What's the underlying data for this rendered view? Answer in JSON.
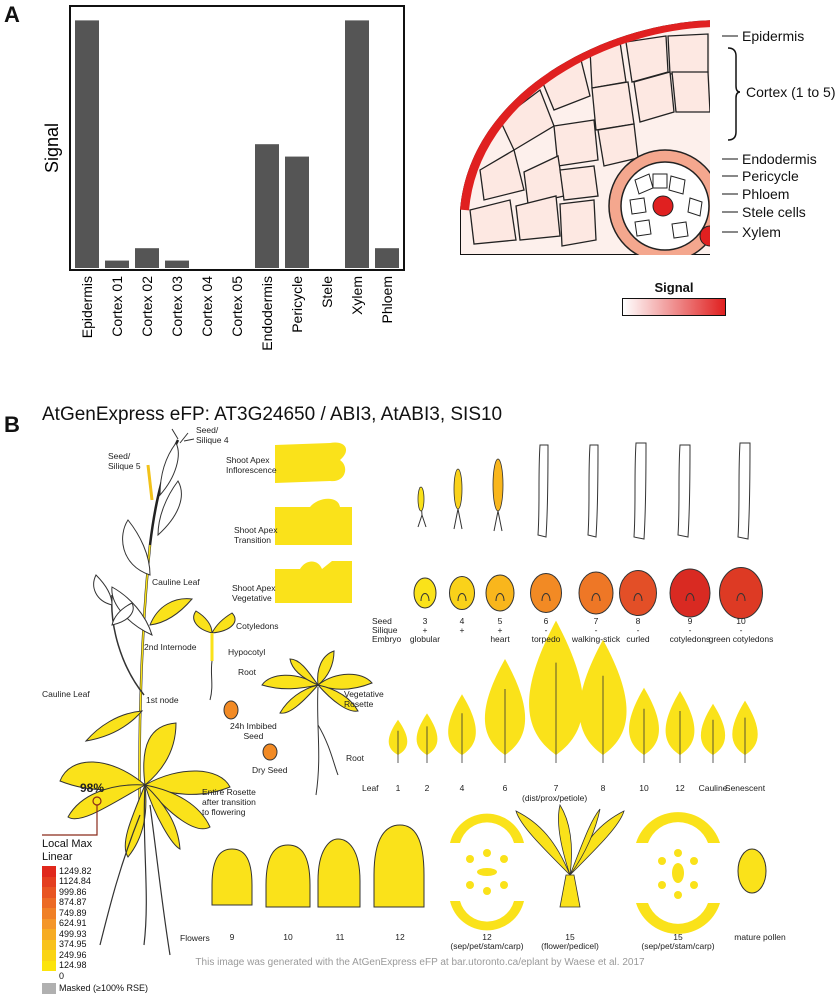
{
  "panel_a": {
    "label": "A",
    "chart_data": {
      "type": "bar",
      "ylabel": "Signal",
      "xlabel": "",
      "categories": [
        "Epidermis",
        "Cortex 01",
        "Cortex 02",
        "Cortex 03",
        "Cortex 04",
        "Cortex 05",
        "Endodermis",
        "Pericycle",
        "Stele",
        "Xylem",
        "Phloem"
      ],
      "values": [
        100,
        3,
        8,
        3,
        0,
        0,
        50,
        45,
        0,
        100,
        8
      ],
      "ylim": [
        0,
        105
      ],
      "grid": false,
      "bar_color": "#555555"
    },
    "root_labels": [
      "Epidermis",
      "Cortex (1 to 5)",
      "Endodermis",
      "Pericycle",
      "Phloem",
      "Stele cells",
      "Xylem"
    ],
    "legend": {
      "title": "Signal",
      "low_color": "#ffffff",
      "high_color": "#e02020"
    }
  },
  "panel_b": {
    "label": "B",
    "title": "AtGenExpress eFP: AT3G24650 / ABI3, AtABI3, SIS10",
    "plant_labels": {
      "seed_silique5": [
        "Seed/",
        "Silique 5"
      ],
      "seed_silique4": [
        "Seed/",
        "Silique 4"
      ],
      "cauline_leaf_top": "Cauline Leaf",
      "second_internode": "2nd Internode",
      "cauline_leaf_left": "Cauline Leaf",
      "first_node": "1st node",
      "percent": "98%",
      "entire_rosette": [
        "Entire Rosette",
        "after transition",
        "to flowering"
      ],
      "shoot_apex_inflorescence": [
        "Shoot Apex",
        "Inflorescence"
      ],
      "shoot_apex_transition": [
        "Shoot Apex",
        "Transition"
      ],
      "shoot_apex_vegetative": [
        "Shoot Apex",
        "Vegetative"
      ],
      "cotyledons": "Cotyledons",
      "hypocotyl": "Hypocotyl",
      "root_seedling": "Root",
      "imbibed_seed": [
        "24h Imbibed",
        "Seed"
      ],
      "dry_seed": "Dry Seed",
      "vegetative_rosette": [
        "Vegetative",
        "Rosette"
      ],
      "root_rosette": "Root"
    },
    "seed_stages": {
      "row_labels": [
        "Seed",
        "Silique",
        "Embryo"
      ],
      "items": [
        {
          "num": "3",
          "silique": "+",
          "embryo": "globular",
          "color": "#fae21a"
        },
        {
          "num": "4",
          "silique": "+",
          "embryo": "",
          "color": "#fad21a"
        },
        {
          "num": "5",
          "silique": "+",
          "embryo": "heart",
          "color": "#f9b61c"
        },
        {
          "num": "6",
          "silique": "-",
          "embryo": "torpedo",
          "color": "#f28a24"
        },
        {
          "num": "7",
          "silique": "-",
          "embryo": "walking-stick",
          "color": "#ee7726"
        },
        {
          "num": "8",
          "silique": "-",
          "embryo": "curled",
          "color": "#e34f27"
        },
        {
          "num": "9",
          "silique": "-",
          "embryo": "cotyledons",
          "color": "#d92a22"
        },
        {
          "num": "10",
          "silique": "-",
          "embryo": "green cotyledons",
          "color": "#dd3a24"
        }
      ]
    },
    "leaf": {
      "row_label": "Leaf",
      "items": [
        "1",
        "2",
        "4",
        "6",
        "7",
        "8",
        "10",
        "12",
        "Cauline",
        "Senescent"
      ],
      "sub_label": "(dist/prox/petiole)"
    },
    "flowers": {
      "row_label": "Flowers",
      "items": [
        "9",
        "10",
        "11",
        "12",
        "12",
        "15",
        "15",
        "mature pollen"
      ],
      "sub_labels": [
        "",
        "",
        "",
        "",
        "(sep/pet/stam/carp)",
        "(flower/pedicel)",
        "(sep/pet/stam/carp)",
        ""
      ]
    },
    "legend": {
      "title": [
        "Local Max",
        "Linear"
      ],
      "values": [
        "1249.82",
        "1124.84",
        "999.86",
        "874.87",
        "749.89",
        "624.91",
        "499.93",
        "374.95",
        "249.96",
        "124.98",
        "0"
      ],
      "colors": [
        "#e0281c",
        "#e43e1f",
        "#e85422",
        "#ec6a25",
        "#f08027",
        "#f4962a",
        "#f6ac24",
        "#f8c21c",
        "#fad414",
        "#fce40c"
      ],
      "masked": "Masked (≥100% RSE)",
      "masked_color": "#b0b0b0"
    },
    "credit": "This image was generated with the AtGenExpress eFP at bar.utoronto.ca/eplant by Waese et al. 2017"
  }
}
